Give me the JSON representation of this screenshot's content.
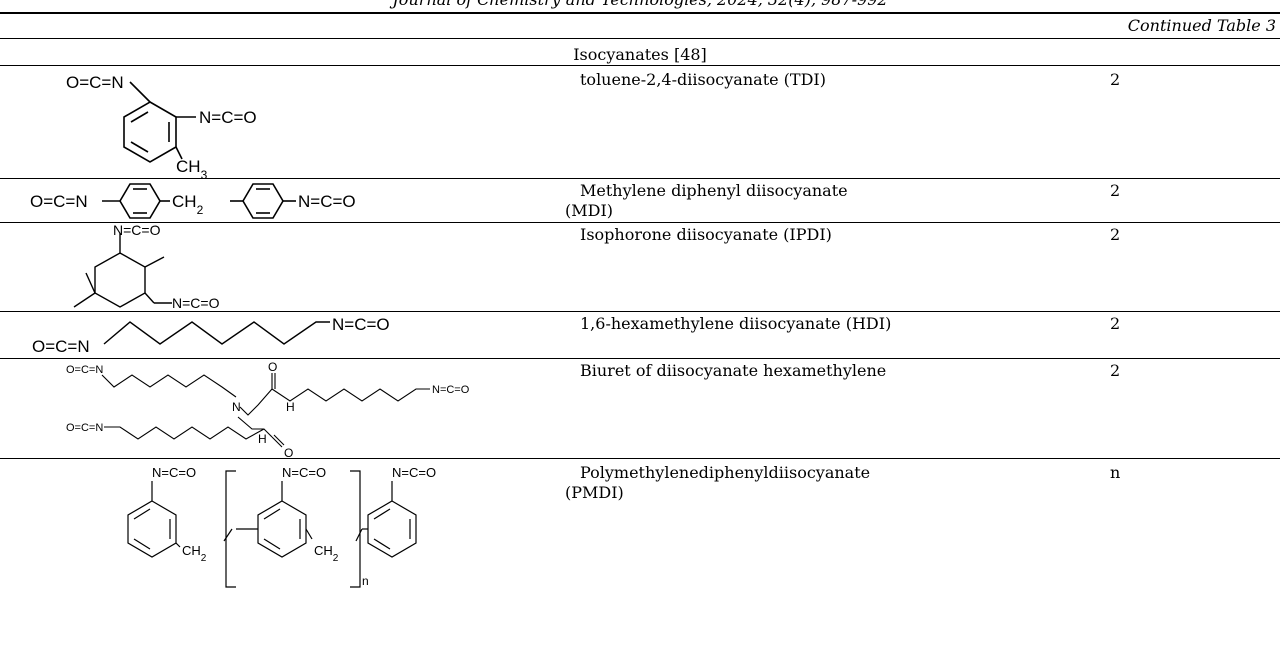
{
  "page_header": "Journal of Chemistry and Technologies, 2024, 32(4), 987-992",
  "continued_label": "Continued Table 3",
  "section_title": "Isocyanates [48]",
  "rows": [
    {
      "name": "toluene-2,4-diisocyanate (TDI)",
      "name_wrap": "",
      "functionality": "2",
      "labels": {
        "left": "O=C=N",
        "right": "N=C=O",
        "ch3": "CH",
        "sub3": "3"
      }
    },
    {
      "name": "Methylene diphenyl diisocyanate",
      "name_wrap": "(MDI)",
      "functionality": "2",
      "labels": {
        "left": "O=C=N",
        "mid": "CH",
        "sub2": "2",
        "right": "N=C=O"
      }
    },
    {
      "name": "Isophorone diisocyanate (IPDI)",
      "name_wrap": "",
      "functionality": "2",
      "labels": {
        "top": "N=C=O",
        "bottom": "N=C=O"
      }
    },
    {
      "name": "1,6-hexamethylene diisocyanate (HDI)",
      "name_wrap": "",
      "functionality": "2",
      "labels": {
        "left": "O=C=N",
        "right": "N=C=O"
      }
    },
    {
      "name": "Biuret of diisocyanate hexamethylene",
      "name_wrap": "",
      "functionality": "2",
      "labels": {
        "nco1": "O=C=N",
        "nco2": "O=C=N",
        "nco3": "N=C=O",
        "n": "N",
        "h1": "H",
        "h2": "H",
        "o1": "O",
        "o2": "O"
      }
    },
    {
      "name": "Polymethylenediphenyldiisocyanate",
      "name_wrap": "(PMDI)",
      "functionality": "n",
      "labels": {
        "nco": "N=C=O",
        "ch": "CH",
        "sub2": "2",
        "sub_n": "n"
      }
    }
  ]
}
